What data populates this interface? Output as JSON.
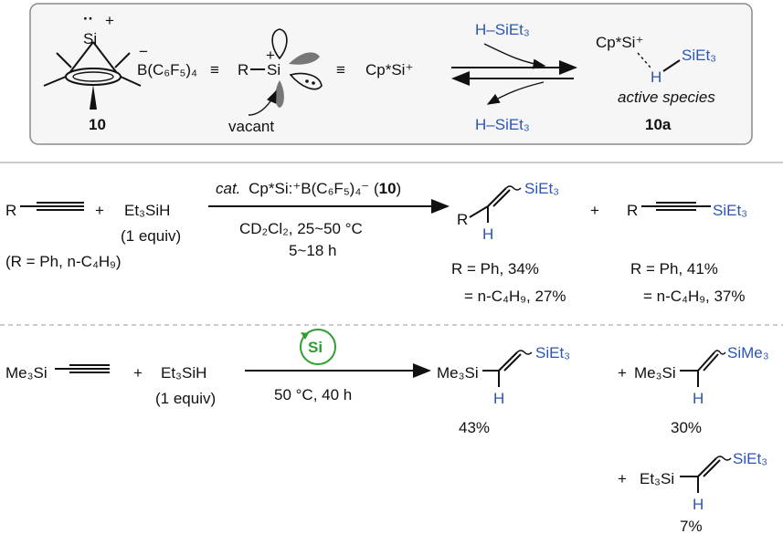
{
  "top_panel": {
    "cation_label": "10",
    "anion": "B(C₆F₅)₄",
    "anion_charge": "−",
    "si_symbol": "Si",
    "si_charge": "+",
    "si_lone_pair": "··",
    "equiv_symbol": "≡",
    "r_group": "R",
    "vacant_label": "vacant",
    "cp_si": "Cp*Si⁺",
    "reagent_top": "H–SiEt₃",
    "reagent_bottom": "H–SiEt₃",
    "product_cp": "Cp*Si⁺",
    "product_h": "H",
    "product_sieet": "SiEt₃",
    "active_species": "active species",
    "product_label": "10a"
  },
  "reaction1": {
    "alkyne_r": "R",
    "plus": "+",
    "silane": "Et₃SiH",
    "silane_equiv": "(1 equiv)",
    "r_def": "(R = Ph, n-C₄H₉)",
    "catalyst_prefix": "cat.",
    "catalyst_body": "Cp*Si:⁺B(C₆F₅)₄⁻ (",
    "catalyst_num": "10",
    "catalyst_close": ")",
    "conditions_1": "CD₂Cl₂, 25~50 °C",
    "conditions_2": "5~18 h",
    "prod1_r": "R",
    "prod1_h": "H",
    "prod1_si": "SiEt₃",
    "prod1_yield_1": "R = Ph, 34%",
    "prod1_yield_2": "= n-C₄H₉, 27%",
    "prod2_r": "R",
    "prod2_si": "SiEt₃",
    "prod2_yield_1": "R = Ph, 41%",
    "prod2_yield_2": "= n-C₄H₉, 37%"
  },
  "reaction2": {
    "alkyne": "Me₃Si",
    "plus": "+",
    "silane": "Et₃SiH",
    "silane_equiv": "(1 equiv)",
    "catalyst_symbol": "Si",
    "conditions": "50 °C, 40 h",
    "p1_left": "Me₃Si",
    "p1_si": "SiEt₃",
    "p1_h": "H",
    "p1_yield": "43%",
    "p2_left": "Me₃Si",
    "p2_si": "SiMe₃",
    "p2_h": "H",
    "p2_yield": "30%",
    "p3_left": "Et₃Si",
    "p3_si": "SiEt₃",
    "p3_h": "H",
    "p3_yield": "7%"
  },
  "colors": {
    "accent_blue": "#2a56b3",
    "catalyst_green": "#2e9e2e",
    "panel_border": "#8a8a8a",
    "panel_fill": "#f6f6f6"
  }
}
